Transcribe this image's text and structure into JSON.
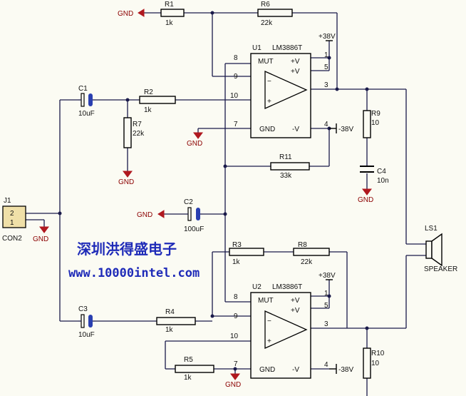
{
  "labels": {
    "gnd": "GND",
    "r1": "R1",
    "r1_val": "1k",
    "r6": "R6",
    "r6_val": "22k",
    "u1": "U1",
    "u1_part": "LM3886T",
    "plus38": "+38V",
    "minus38": "-38V",
    "mut": "MUT",
    "pv": "+V",
    "nv": "-V",
    "pin8": "8",
    "pin9": "9",
    "pin10": "10",
    "pin7": "7",
    "pin1": "1",
    "pin5": "5",
    "pin3": "3",
    "pin4": "4",
    "c1": "C1",
    "c1_val": "10uF",
    "r2": "R2",
    "r2_val": "1k",
    "r7": "R7",
    "r7_val": "22k",
    "r9": "R9",
    "r9_val": "10",
    "r11": "R11",
    "r11_val": "33k",
    "c4": "C4",
    "c4_val": "10n",
    "j1": "J1",
    "con2": "CON2",
    "j_pin2": "2",
    "j_pin1": "1",
    "c2": "C2",
    "c2_val": "100uF",
    "r3": "R3",
    "r3_val": "1k",
    "r8": "R8",
    "r8_val": "22k",
    "ls1": "LS1",
    "speaker": "SPEAKER",
    "u2": "U2",
    "u2_part": "LM3886T",
    "c3": "C3",
    "c3_val": "10uF",
    "r4": "R4",
    "r4_val": "1k",
    "r5": "R5",
    "r5_val": "1k",
    "r10": "R10",
    "r10_val": "10",
    "minus": "−",
    "plus": "+"
  },
  "watermark": {
    "company": "深圳洪得盛电子",
    "url": "www.10000intel.com"
  },
  "colors": {
    "wire": "#1a1a4a",
    "component": "#000000",
    "ground": "#b0181f",
    "capacitor_fill": "#2a3fb0",
    "watermark": "#1f2bb8"
  }
}
